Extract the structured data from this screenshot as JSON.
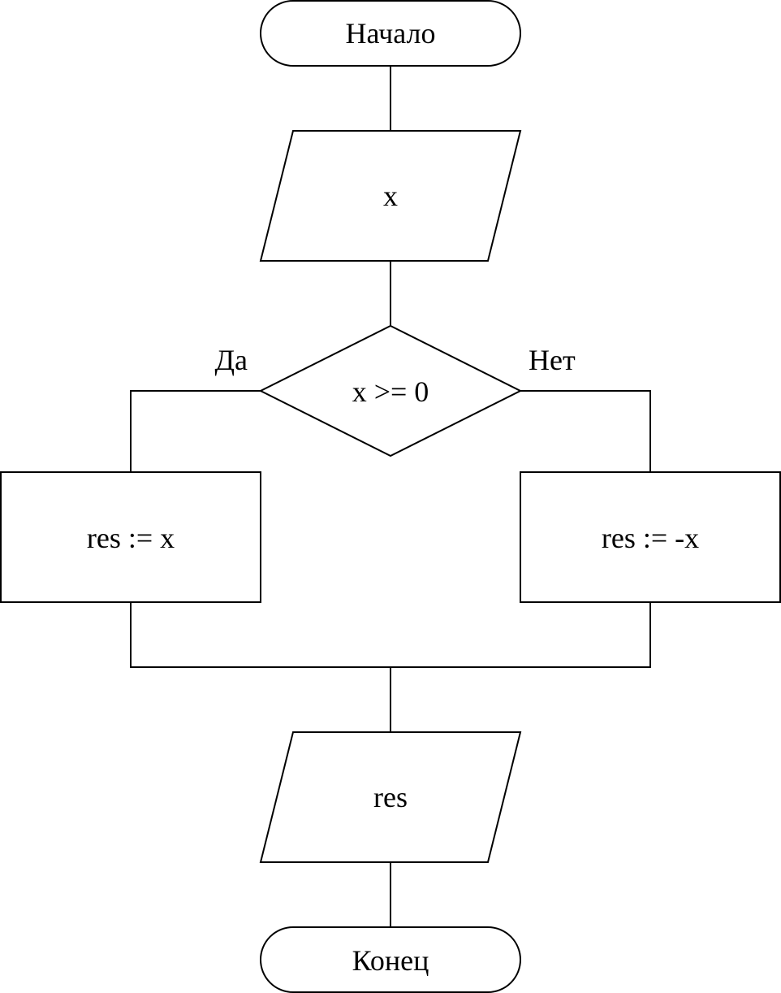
{
  "flowchart": {
    "start": "Начало",
    "input": "x",
    "condition": "x >= 0",
    "branch_yes": "Да",
    "branch_no": "Нет",
    "assign_yes": "res := x",
    "assign_no": "res := -x",
    "output": "res",
    "end": "Конец"
  }
}
